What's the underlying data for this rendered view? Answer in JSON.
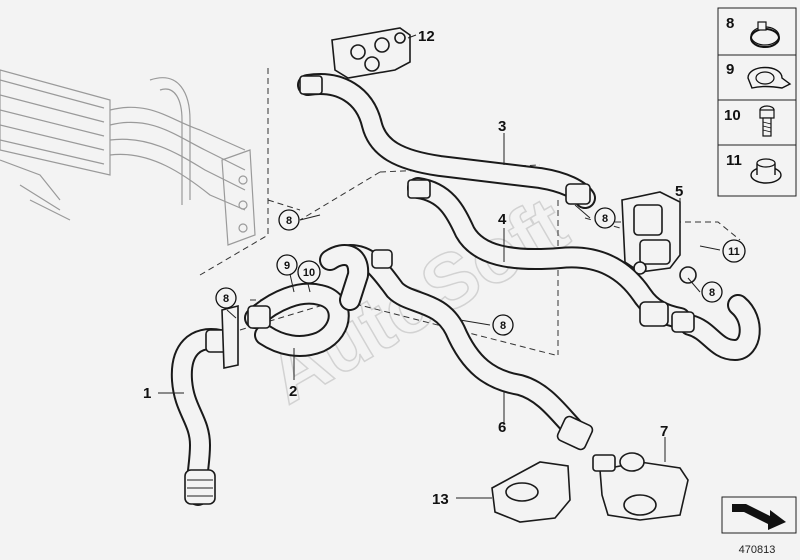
{
  "diagram": {
    "part_labels": {
      "p1": "1",
      "p2": "2",
      "p3": "3",
      "p4": "4",
      "p5": "5",
      "p6": "6",
      "p7": "7",
      "p12": "12",
      "p13": "13"
    },
    "callouts": {
      "c8a": "8",
      "c8b": "8",
      "c8c": "8",
      "c8d": "8",
      "c8e": "8",
      "c9": "9",
      "c10": "10",
      "c11": "11"
    },
    "legend": [
      {
        "number": "8",
        "icon": "hose-clamp-icon"
      },
      {
        "number": "9",
        "icon": "pipe-clip-icon"
      },
      {
        "number": "10",
        "icon": "screw-icon"
      },
      {
        "number": "11",
        "icon": "grommet-icon"
      }
    ],
    "diagram_number": "470813",
    "watermark": "AutoSoft"
  }
}
